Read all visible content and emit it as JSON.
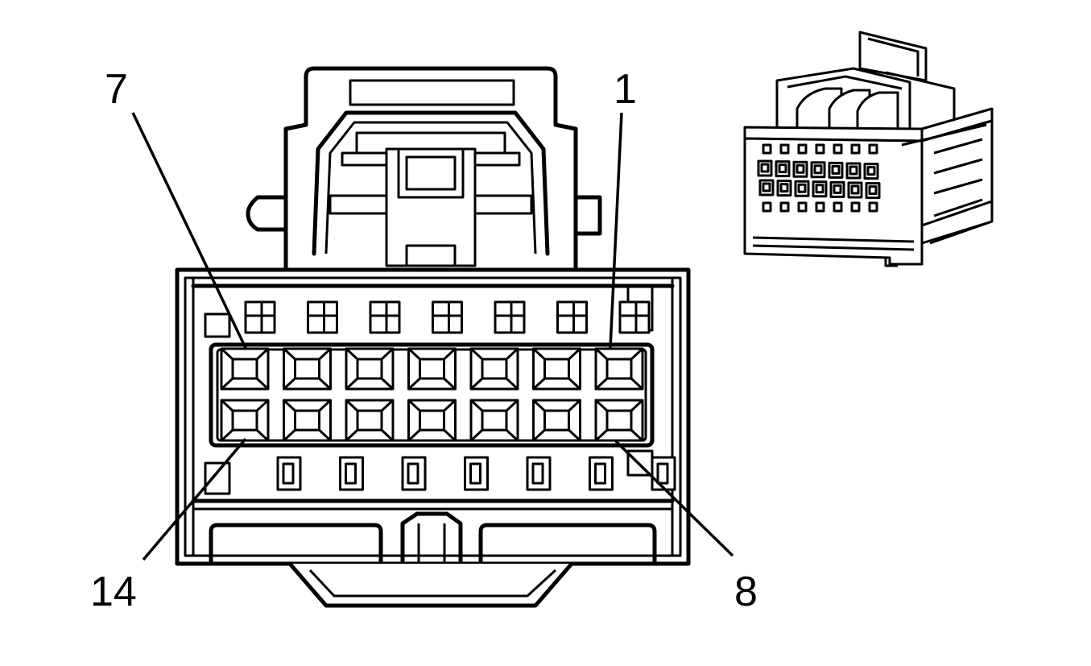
{
  "diagram": {
    "callouts": [
      {
        "id": "pin-7",
        "text": "7"
      },
      {
        "id": "pin-1",
        "text": "1"
      },
      {
        "id": "pin-14",
        "text": "14"
      },
      {
        "id": "pin-8",
        "text": "8"
      }
    ],
    "connector_face": {
      "top_row_cavities": 7,
      "bottom_row_cavities": 7
    }
  }
}
